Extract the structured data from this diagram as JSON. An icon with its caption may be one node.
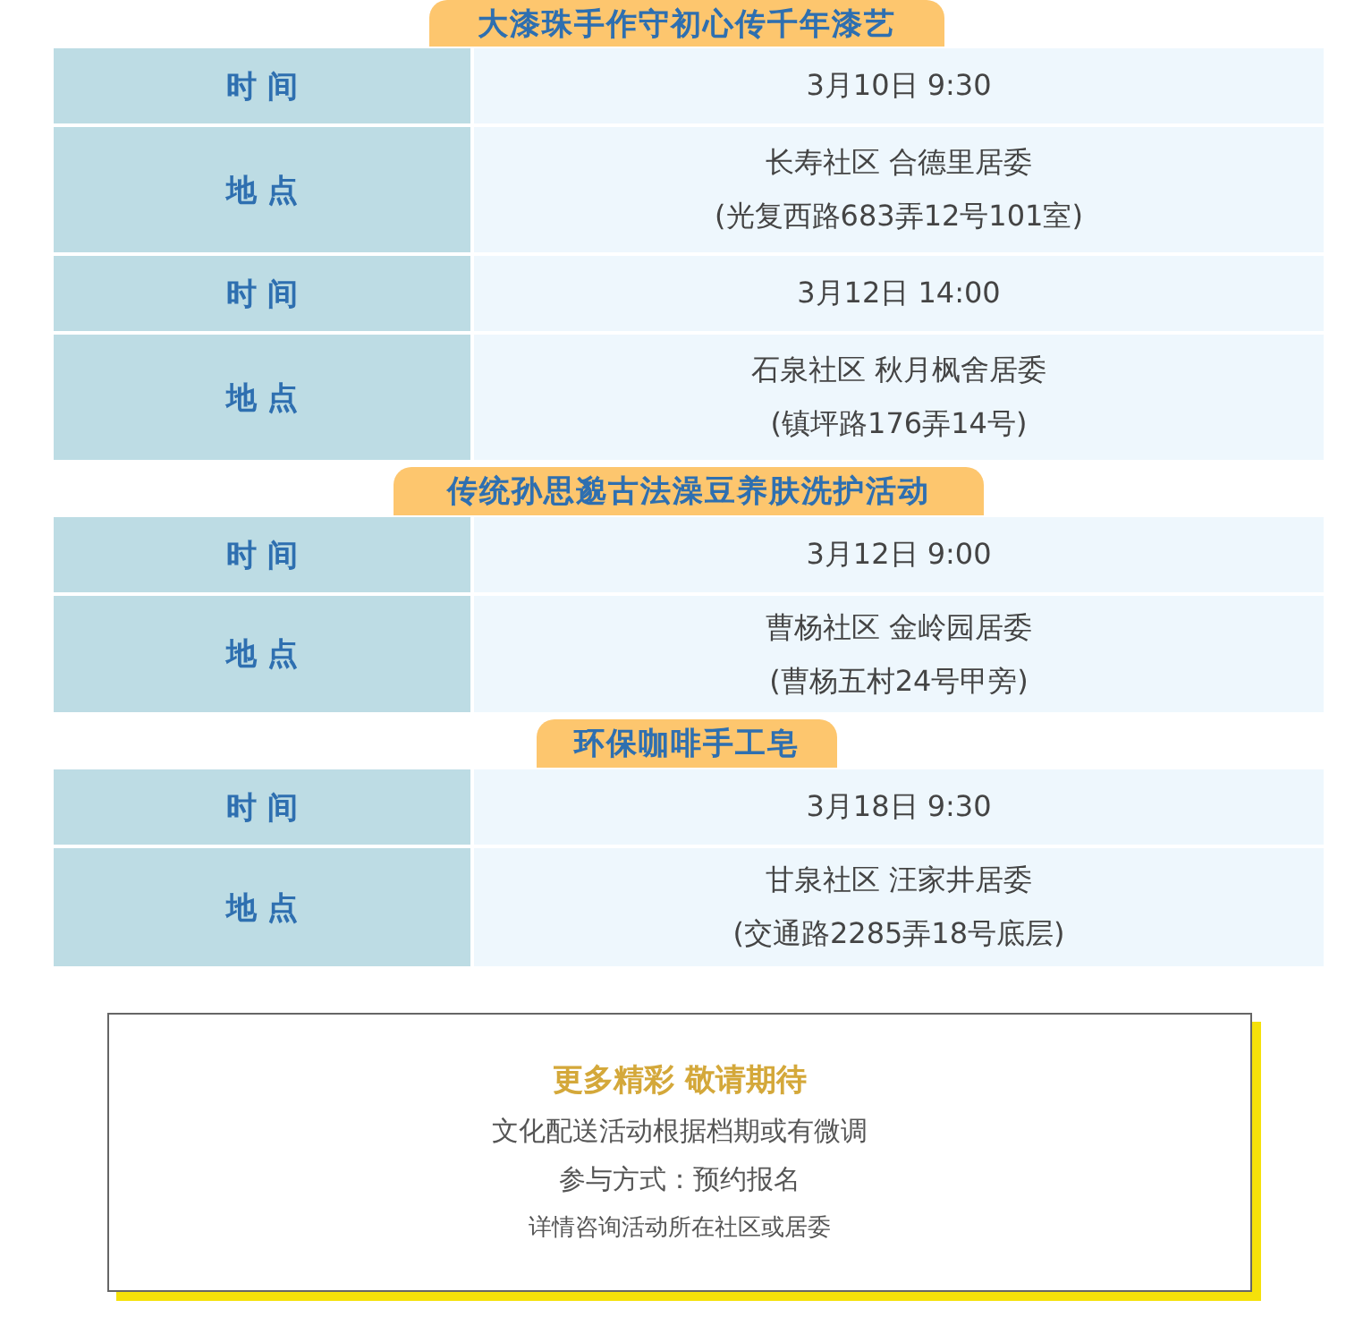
{
  "diagram": {
    "nodes": [
      {
        "text": [
          "大漆珠手作守初心传千年漆艺"
        ]
      },
      {
        "text": [
          "传统孙思邈古法澡豆养肤洗护活动"
        ]
      },
      {
        "text": [
          "环保咖啡手工皂"
        ]
      },
      {
        "text": [
          "更多精彩 敬请期待",
          "文化配送活动根据档期或有微调",
          "参与方式：预约报名",
          "详情咨询活动所在社区或居委"
        ]
      }
    ],
    "labels": [
      "时 间",
      "3月10日 9:30",
      "地 点",
      "长寿社区 合德里居委",
      "(光复西路683弄12号101室)",
      "时 间",
      "3月12日 14:00",
      "地 点",
      "石泉社区 秋月枫舍居委",
      "(镇坪路176弄14号)",
      "时 间",
      "3月12日 9:00",
      "地 点",
      "曹杨社区 金岭园居委",
      "(曹杨五村24号甲旁)",
      "时 间",
      "3月18日 9:30",
      "地 点",
      "甘泉社区 汪家井居委",
      "(交通路2285弄18号底层)"
    ]
  }
}
